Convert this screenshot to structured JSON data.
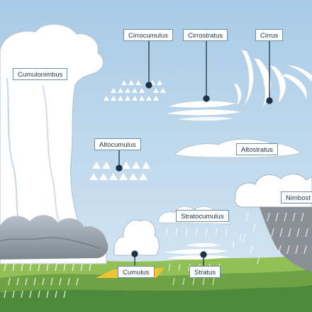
{
  "colors": {
    "sky_top": "#a9cbe6",
    "sky_bottom": "#d9e8f3",
    "cloud": "#ffffff",
    "cloud_shade": "#dfe8ef",
    "cloud_outline": "#8ea9be",
    "storm_base": "#9b9b9b",
    "rain": "#ffffff",
    "pin": "#1f3346",
    "ground_dark": "#4d8a3b",
    "ground_light": "#93bf57",
    "sun_patch": "#f1c232"
  },
  "labels": {
    "cumulonimbus": "Cumulonimbus",
    "cirrocumulus": "Cirrocumulus",
    "cirrostratus": "Cirrostratus",
    "cirrus": "Cirrus",
    "altocumulus": "Altocumulus",
    "altostratus": "Altostratus",
    "nimbostratus": "Nimbost",
    "stratocumulus": "Stratocumulus",
    "cumulus": "Cumulus",
    "stratus": "Stratus"
  }
}
